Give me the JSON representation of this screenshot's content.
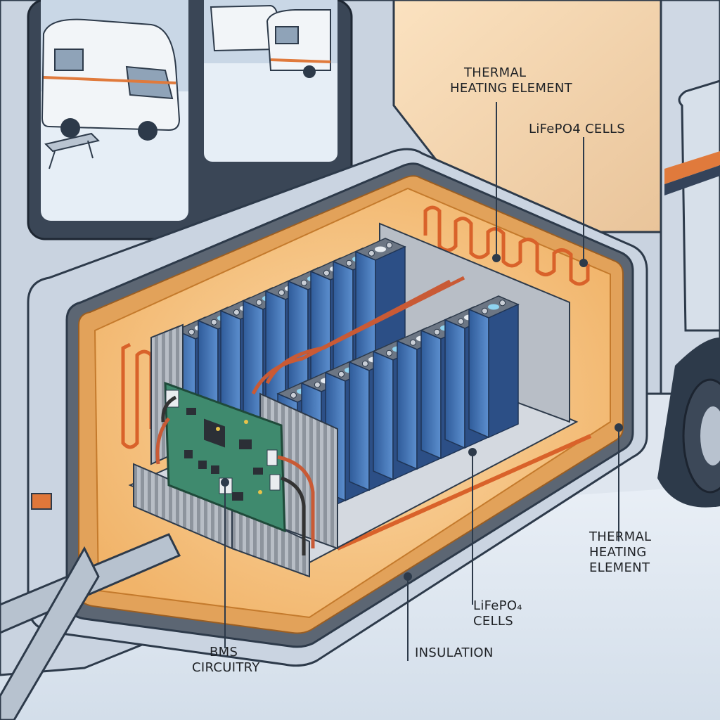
{
  "labels": {
    "thermal_top": {
      "line1": "THERMAL",
      "line2": "HEATING ELEMENT"
    },
    "cells_top": {
      "line1": "LiFePO4 CELLS"
    },
    "thermal_right": {
      "line1": "THERMAL",
      "line2": "HEATING",
      "line3": "ELEMENT"
    },
    "cells_bottom": {
      "line1": "LiFePO₄",
      "line2": "CELLS"
    },
    "insulation": {
      "line1": "INSULATION"
    },
    "bms": {
      "line1": "BMS",
      "line2": "CIRCUITRY"
    }
  },
  "colors": {
    "rv_body": "#c7d2df",
    "rv_outline": "#2d3a4a",
    "insulation": "#d9a963",
    "heater_glow": "#f2a447",
    "cell_blue": "#3f6fb2",
    "cell_top": "#6c7684",
    "pcb_green": "#3f8a6e",
    "snow": "#eef3f8"
  }
}
